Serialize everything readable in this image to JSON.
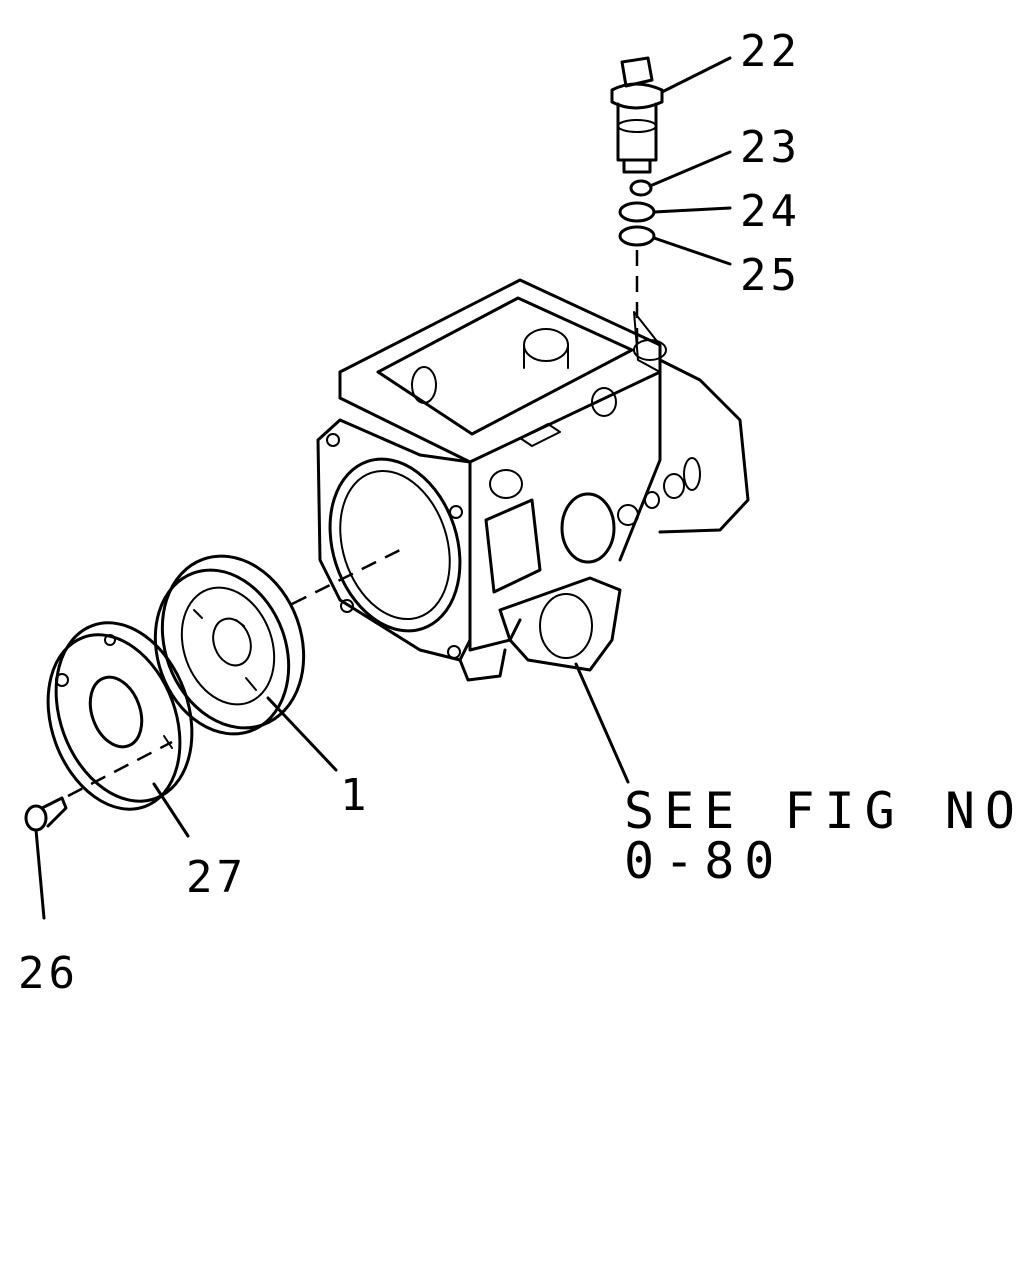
{
  "diagram": {
    "callouts": [
      {
        "id": "22",
        "label": "22"
      },
      {
        "id": "23",
        "label": "23"
      },
      {
        "id": "24",
        "label": "24"
      },
      {
        "id": "25",
        "label": "25"
      },
      {
        "id": "1",
        "label": "1"
      },
      {
        "id": "27",
        "label": "27"
      },
      {
        "id": "26",
        "label": "26"
      }
    ],
    "reference_note": {
      "line1": "SEE FIG NO.",
      "line2": "0-80"
    }
  }
}
